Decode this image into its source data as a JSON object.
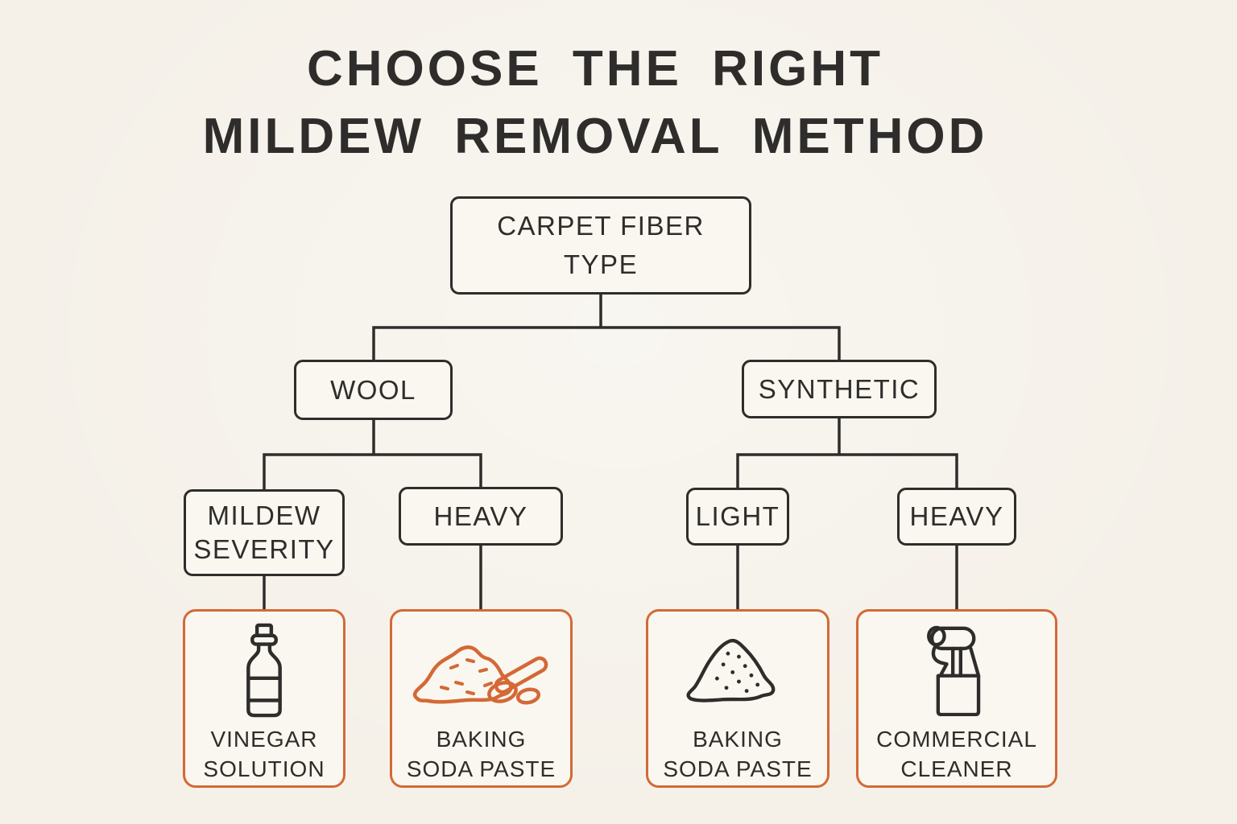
{
  "title": {
    "line1": "CHOOSE THE RIGHT",
    "line2": "MILDEW REMOVAL METHOD"
  },
  "colors": {
    "ink": "#2e2d2b",
    "orange": "#d46936",
    "background": "#f5f1e9",
    "box_fill": "#faf7f0"
  },
  "tree": {
    "root": {
      "id": "carpet-fiber-type",
      "label": "CARPET FIBER\nTYPE"
    },
    "level2": [
      {
        "id": "wool",
        "label": "WOOL"
      },
      {
        "id": "synthetic",
        "label": "SYNTHETIC"
      }
    ],
    "level3": [
      {
        "id": "mildew-severity",
        "label": "MILDEW\nSEVERITY"
      },
      {
        "id": "heavy-wool",
        "label": "HEAVY"
      },
      {
        "id": "light",
        "label": "LIGHT"
      },
      {
        "id": "heavy-synthetic",
        "label": "HEAVY"
      }
    ],
    "leaves": [
      {
        "id": "vinegar-solution",
        "label": "VINEGAR\nSOLUTION",
        "icon": "vinegar-bottle-icon",
        "icon_color": "ink"
      },
      {
        "id": "baking-soda-paste-wool",
        "label": "BAKING\nSODA PASTE",
        "icon": "baking-soda-spoon-icon",
        "icon_color": "orange"
      },
      {
        "id": "baking-soda-paste-synthetic",
        "label": "BAKING\nSODA PASTE",
        "icon": "baking-soda-pile-icon",
        "icon_color": "ink"
      },
      {
        "id": "commercial-cleaner",
        "label": "COMMERCIAL\nCLEANER",
        "icon": "spray-bottle-icon",
        "icon_color": "ink"
      }
    ],
    "edges": [
      [
        "carpet-fiber-type",
        "wool"
      ],
      [
        "carpet-fiber-type",
        "synthetic"
      ],
      [
        "wool",
        "mildew-severity"
      ],
      [
        "wool",
        "heavy-wool"
      ],
      [
        "synthetic",
        "light"
      ],
      [
        "synthetic",
        "heavy-synthetic"
      ],
      [
        "mildew-severity",
        "vinegar-solution"
      ],
      [
        "heavy-wool",
        "baking-soda-paste-wool"
      ],
      [
        "light",
        "baking-soda-paste-synthetic"
      ],
      [
        "heavy-synthetic",
        "commercial-cleaner"
      ]
    ]
  }
}
